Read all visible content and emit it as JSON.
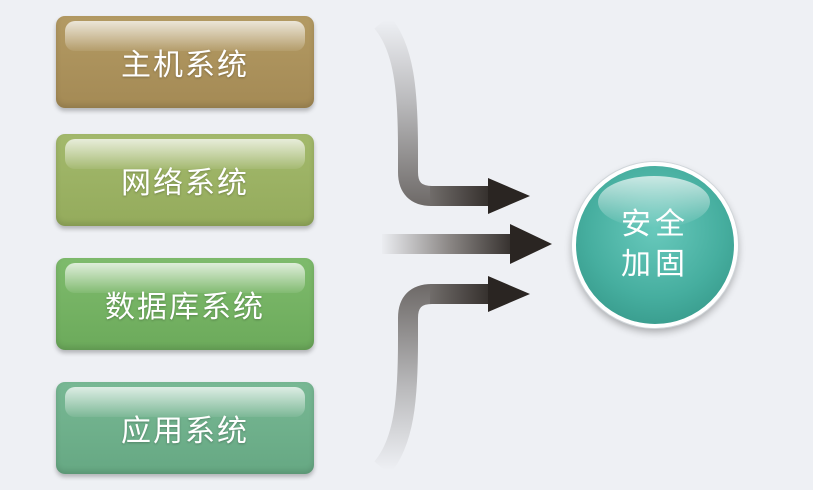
{
  "systems": [
    {
      "label": "主机系统"
    },
    {
      "label": "网络系统"
    },
    {
      "label": "数据库系统"
    },
    {
      "label": "应用系统"
    }
  ],
  "target": {
    "line1": "安全",
    "line2": "加固"
  },
  "colors": {
    "host": "#a88f5a",
    "network": "#99b061",
    "database": "#73b060",
    "application": "#6cae88",
    "target": "#46ae9f",
    "arrow": "#2a2522"
  }
}
